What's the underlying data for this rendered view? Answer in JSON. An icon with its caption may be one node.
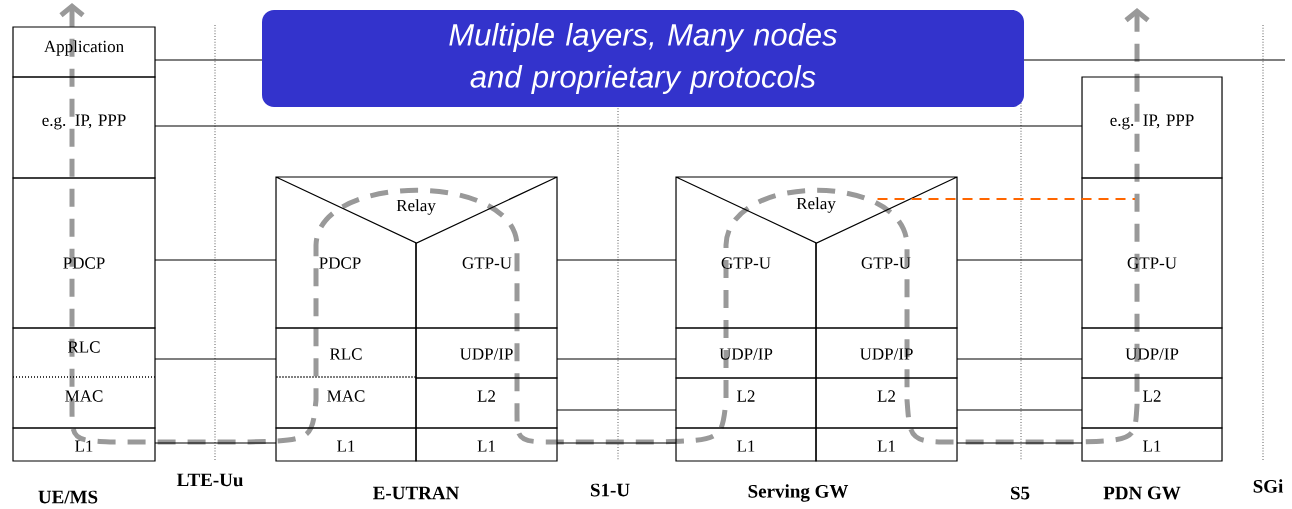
{
  "diagram": {
    "nodes": [
      {
        "text": [
          "Multiple layers, Many nodes and proprietary protocols"
        ]
      },
      {
        "text": [
          "Application"
        ]
      },
      {
        "text": [
          "e.g. IP, PPP"
        ]
      },
      {
        "text": [
          "PDCP"
        ]
      },
      {
        "text": [
          "RLC"
        ]
      },
      {
        "text": [
          "MAC"
        ]
      },
      {
        "text": [
          "L1"
        ]
      },
      {
        "text": [
          "Relay"
        ]
      },
      {
        "text": [
          "PDCP"
        ]
      },
      {
        "text": [
          "RLC"
        ]
      },
      {
        "text": [
          "MAC"
        ]
      },
      {
        "text": [
          "L1"
        ]
      },
      {
        "text": [
          "GTP-U"
        ]
      },
      {
        "text": [
          "UDP/IP"
        ]
      },
      {
        "text": [
          "L2"
        ]
      },
      {
        "text": [
          "L1"
        ]
      },
      {
        "text": [
          "Relay"
        ]
      },
      {
        "text": [
          "GTP-U"
        ]
      },
      {
        "text": [
          "UDP/IP"
        ]
      },
      {
        "text": [
          "L2"
        ]
      },
      {
        "text": [
          "L1"
        ]
      },
      {
        "text": [
          "GTP-U"
        ]
      },
      {
        "text": [
          "UDP/IP"
        ]
      },
      {
        "text": [
          "L2"
        ]
      },
      {
        "text": [
          "L1"
        ]
      },
      {
        "text": [
          "e.g. IP, PPP"
        ]
      },
      {
        "text": [
          "GTP-U"
        ]
      },
      {
        "text": [
          "UDP/IP"
        ]
      },
      {
        "text": [
          "L2"
        ]
      },
      {
        "text": [
          "L1"
        ]
      }
    ],
    "edges": [
      {
        "from": 1,
        "to": null,
        "arrow": "none"
      },
      {
        "from": 2,
        "to": 25,
        "arrow": "none"
      },
      {
        "from": 3,
        "to": 8,
        "arrow": "none"
      },
      {
        "from": 4,
        "to": 9,
        "arrow": "none"
      },
      {
        "from": 6,
        "to": 11,
        "arrow": "none"
      },
      {
        "from": 12,
        "to": 17,
        "arrow": "none"
      },
      {
        "from": 13,
        "to": 18,
        "arrow": "none"
      },
      {
        "from": 14,
        "to": 19,
        "arrow": "none"
      },
      {
        "from": 15,
        "to": 20,
        "arrow": "none"
      },
      {
        "from": 21,
        "to": 26,
        "arrow": "none"
      },
      {
        "from": 22,
        "to": 27,
        "arrow": "none"
      },
      {
        "from": 23,
        "to": 28,
        "arrow": "none"
      },
      {
        "from": 24,
        "to": 29,
        "arrow": "none"
      },
      {
        "from": 16,
        "to": 26,
        "arrow": "none",
        "style": "dashed",
        "color": "#ff6600"
      }
    ],
    "labels": [
      "UE/MS",
      "LTE-Uu",
      "E-UTRAN",
      "S1-U",
      "Serving GW",
      "S5",
      "PDN GW",
      "SGi"
    ]
  }
}
